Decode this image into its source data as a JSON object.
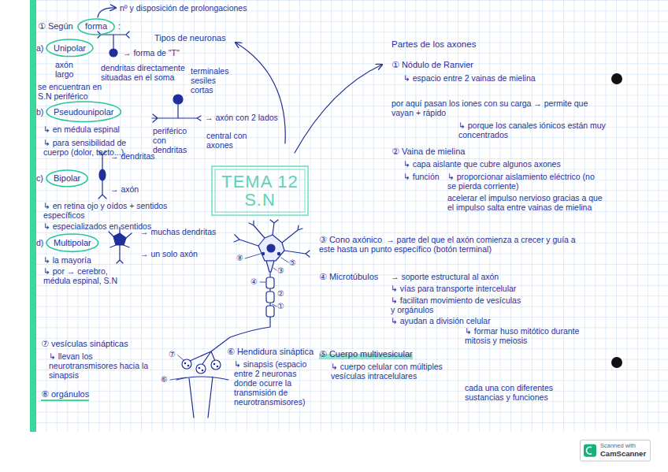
{
  "diagram": {
    "nodes": [
      {
        "text": [
          "forma"
        ]
      },
      {
        "text": [
          "Unipolar"
        ]
      },
      {
        "text": [
          "Pseudounipolar"
        ]
      },
      {
        "text": [
          "Bipolar"
        ]
      },
      {
        "text": [
          "Multipolar"
        ]
      },
      {
        "text": [
          "TEMA 12 S.N"
        ]
      },
      {
        "text": [
          "Scanned with",
          "CamScanner"
        ]
      }
    ],
    "labels": [
      "nº y disposición de prolongaciones",
      "① Según",
      ":",
      "Tipos de neuronas",
      "Partes de los axones",
      "a)",
      "→ forma de \"T\"",
      "axón largo",
      "dendritas directamente situadas en el soma",
      "terminales sesiles cortas",
      "se encuentran en S.N periférico",
      "① Nódulo de Ranvier",
      "↳ espacio entre 2 vainas de mielina",
      "por aquí pasan los iones con su carga → permite que vayan + rápido",
      "↳ porque los canales iónicos están muy concentrados",
      "b)",
      "↳ en médula espinal",
      "↳ para sensibilidad de cuerpo (dolor, tacto...)",
      "→ axón con 2 lados",
      "periférico con dendritas",
      "central con axones",
      "② Vaina de mielina",
      "↳ capa aislante que cubre algunos axones",
      "↳ función",
      "↳ proporcionar aislamiento eléctrico (no se pierda corriente)",
      "acelerar el impulso nervioso gracias a que el impulso salta entre vainas de mielina",
      "c)",
      "→ dendritas",
      "→ axón",
      "↳ en retina ojo y oídos + sentidos específicos",
      "↳ especializados en sentidos",
      "③ Cono axónico",
      "→ parte del que el axón comienza a crecer y guía a este hasta un punto específico (botón terminal)",
      "d)",
      "→ muchas dendritas",
      "→ un solo axón",
      "↳ la mayoría",
      "↳ por → cerebro, médula espinal, S.N",
      "⑧",
      "⑤",
      "③",
      "④",
      "②",
      "①",
      "④ Microtúbulos",
      "→ soporte estructural al axón",
      "↳ vías para transporte intercelular",
      "↳ facilitan movimiento de vesículas y orgánulos",
      "↳ ayudan a división celular",
      "↳ formar huso mitótico durante mitosis y meiosis",
      "⑦ vesículas sinápticas",
      "↳ llevan los neurotransmisores hacia la sinapsis",
      "⑦",
      "⑥",
      "⑥ Hendidura sináptica",
      "↳ sinapsis (espacio entre 2 neuronas donde ocurre la transmisión de neurotransmisores)",
      "⑤ Cuerpo multivesicular",
      "↳ cuerpo celular con múltiples vesículas intracelulares",
      "cada una con diferentes sustancias y funciones",
      "⑧ orgánulos"
    ]
  }
}
